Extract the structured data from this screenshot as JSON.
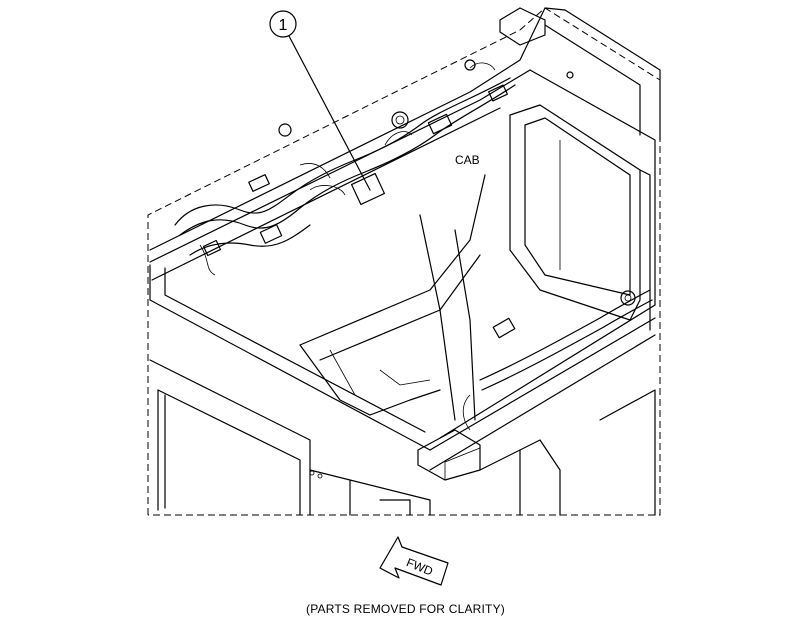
{
  "callouts": [
    {
      "number": "1"
    }
  ],
  "labels": {
    "cab": "CAB",
    "fwd": "FWD"
  },
  "caption": "(PARTS REMOVED FOR CLARITY)"
}
